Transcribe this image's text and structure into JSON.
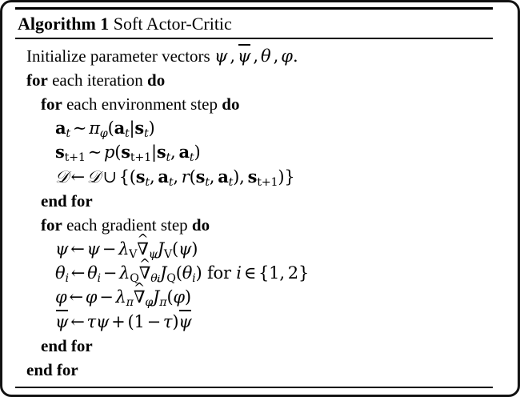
{
  "document": {
    "type": "algorithm-pseudocode-figure",
    "frame_color": "#121212",
    "background": "#ffffff",
    "text_color": "#000000"
  },
  "algorithm": {
    "label": "Algorithm 1",
    "name": "Soft Actor-Critic",
    "lines": [
      {
        "id": "line-initialize",
        "indent": 0,
        "text": "Initialize parameter vectors ψ, ψ̄, θ, φ.",
        "kind": "statement"
      },
      {
        "id": "line-for-iteration",
        "indent": 0,
        "text": "for each iteration do",
        "kind": "loop-open",
        "keywords": [
          "for",
          "do"
        ]
      },
      {
        "id": "line-for-env-step",
        "indent": 1,
        "text": "for each environment step do",
        "kind": "loop-open",
        "keywords": [
          "for",
          "do"
        ]
      },
      {
        "id": "line-sample-action",
        "indent": 2,
        "text": "a_t ~ π_φ(a_t|s_t)",
        "kind": "math"
      },
      {
        "id": "line-sample-state",
        "indent": 2,
        "text": "s_{t+1} ~ p(s_{t+1}|s_t, a_t)",
        "kind": "math"
      },
      {
        "id": "line-replay-buffer",
        "indent": 2,
        "text": "D ← D ∪ {(s_t, a_t, r(s_t, a_t), s_{t+1})}",
        "kind": "math"
      },
      {
        "id": "line-end-for-env",
        "indent": 1,
        "text": "end for",
        "kind": "loop-close",
        "keywords": [
          "end for"
        ]
      },
      {
        "id": "line-for-gradient-step",
        "indent": 1,
        "text": "for each gradient step do",
        "kind": "loop-open",
        "keywords": [
          "for",
          "do"
        ]
      },
      {
        "id": "line-update-psi",
        "indent": 2,
        "text": "ψ ← ψ − λ_V ∇̂_ψ J_V(ψ)",
        "kind": "math"
      },
      {
        "id": "line-update-theta",
        "indent": 2,
        "text": "θ_i ← θ_i − λ_Q ∇̂_{θ_i} J_Q(θ_i) for i ∈ {1, 2}",
        "kind": "math"
      },
      {
        "id": "line-update-phi",
        "indent": 2,
        "text": "φ ← φ − λ_π ∇̂_φ J_π(φ)",
        "kind": "math"
      },
      {
        "id": "line-update-target",
        "indent": 2,
        "text": "ψ̄ ← τψ + (1 − τ)ψ̄",
        "kind": "math"
      },
      {
        "id": "line-end-for-gradient",
        "indent": 1,
        "text": "end for",
        "kind": "loop-close",
        "keywords": [
          "end for"
        ]
      },
      {
        "id": "line-end-for-iteration",
        "indent": 0,
        "text": "end for",
        "kind": "loop-close",
        "keywords": [
          "end for"
        ]
      }
    ],
    "tokens": {
      "initialize_word": "Initialize parameter vectors",
      "for_word": "for",
      "do_word": "do",
      "end_for_word": "end for",
      "each_iteration": "each iteration",
      "each_environment_step": "each environment step",
      "each_gradient_step": "each gradient step",
      "for_lower": "for",
      "period": ".",
      "comma": ",",
      "psi": "ψ",
      "theta": "θ",
      "phi": "φ",
      "pi": "π",
      "tau": "τ",
      "lambda": "λ",
      "nabla": "∇",
      "hat": "̂",
      "sim": "∼",
      "leftarrow": "←",
      "cup": "∪",
      "in": "∈",
      "minus": "−",
      "plus": "+",
      "mid": "|",
      "cal_D": "𝒟",
      "J": "J",
      "p": "p",
      "r": "r",
      "a": "a",
      "s": "s",
      "t": "t",
      "t_plus_1": "t+1",
      "i": "i",
      "V": "V",
      "Q": "Q",
      "one": "1",
      "two": "2"
    }
  }
}
